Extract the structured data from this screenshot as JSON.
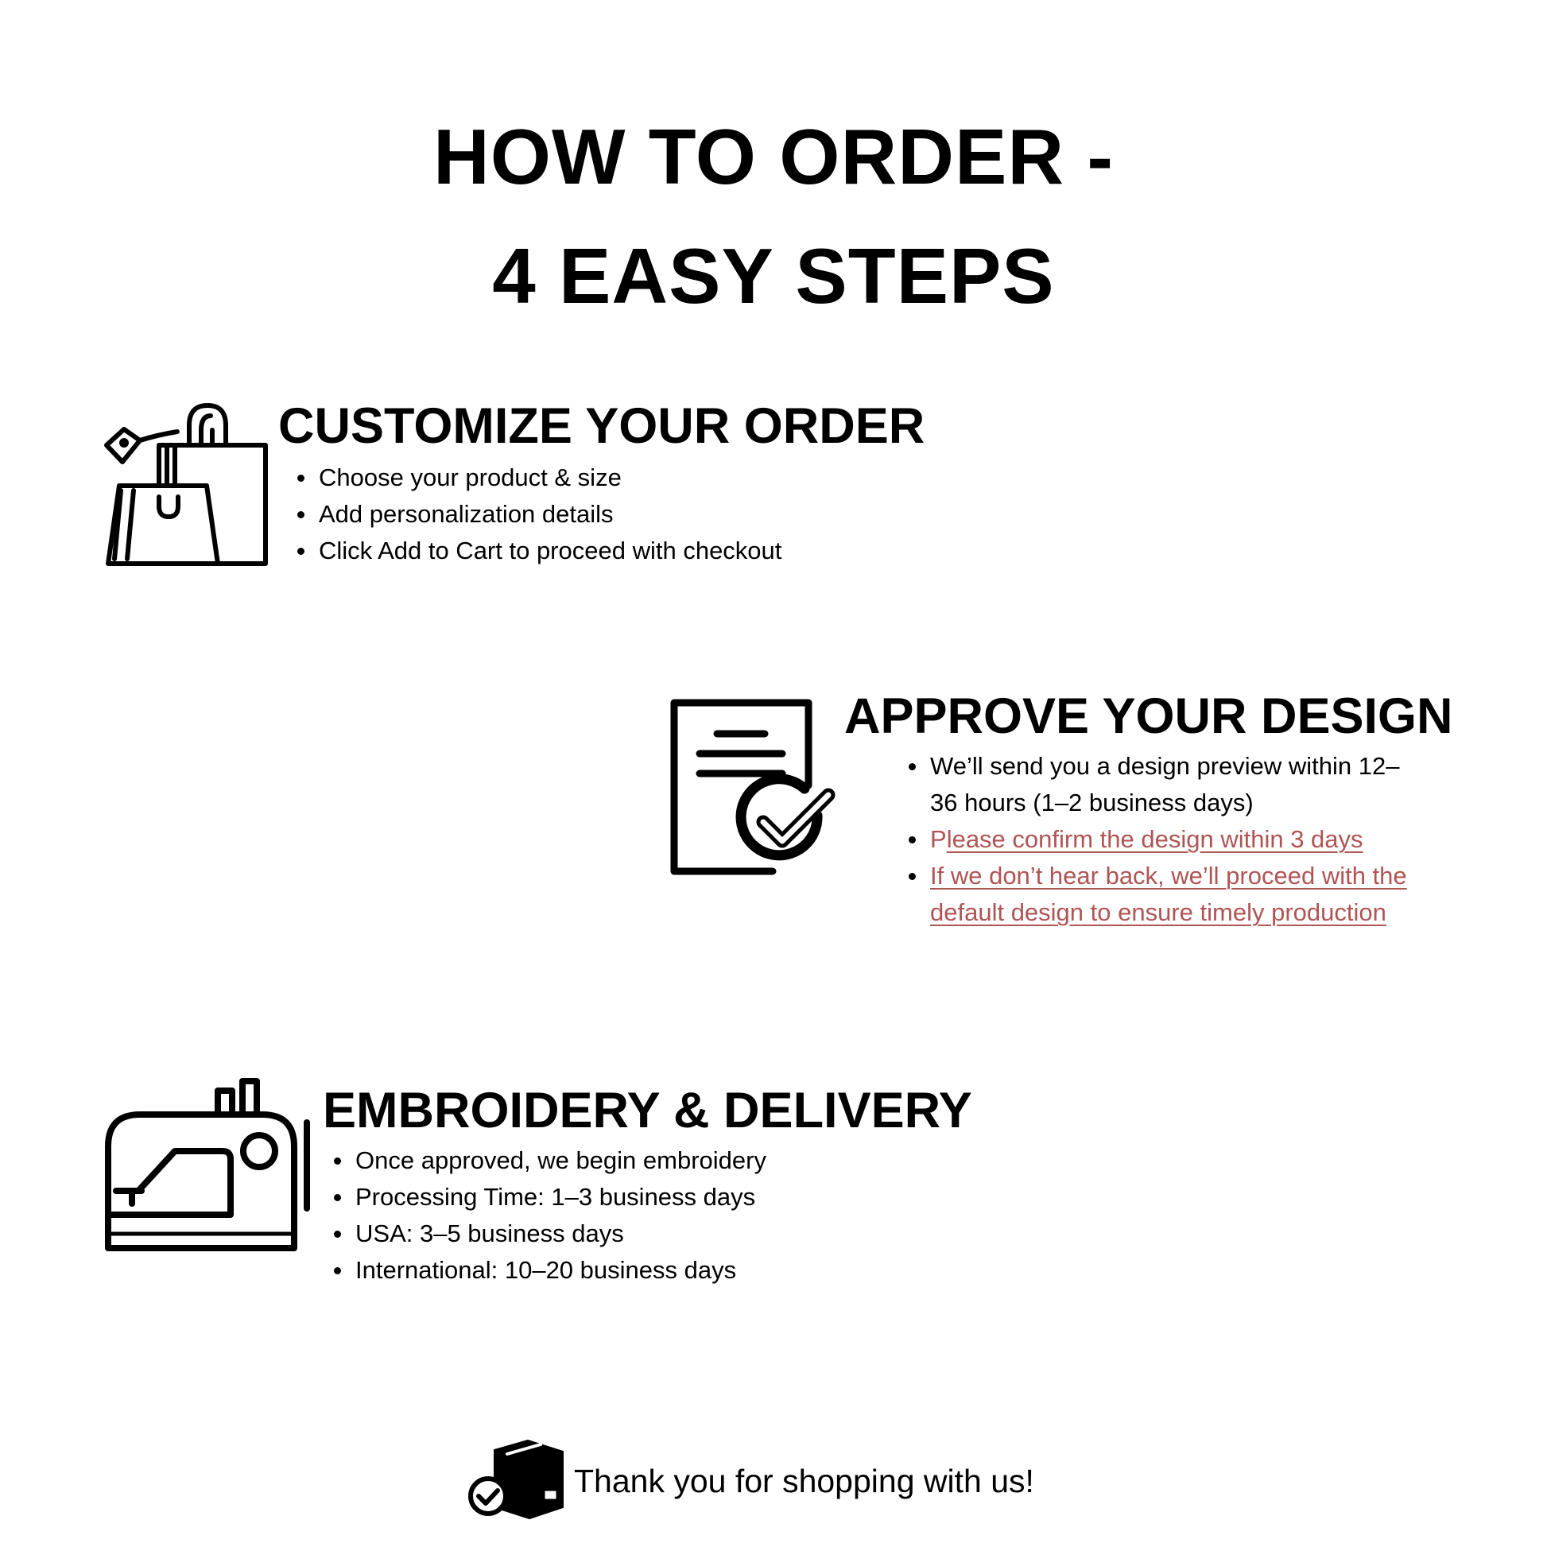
{
  "title": {
    "line1": "HOW TO ORDER -",
    "line2": "4 EASY STEPS"
  },
  "steps": [
    {
      "heading": "CUSTOMIZE YOUR ORDER",
      "icon": "shopping-bags-icon",
      "bullets": [
        "Choose your product & size",
        "Add personalization details",
        "Click Add to Cart to proceed with checkout"
      ]
    },
    {
      "heading": "APPROVE YOUR DESIGN",
      "icon": "document-check-icon",
      "bullets": [
        "We’ll send you a design preview within 12–36 hours (1–2 business days)",
        "Please confirm the design within 3 days",
        "If we don’t hear back, we’ll proceed with the default design to ensure timely production"
      ],
      "bullet2_lead": "P",
      "bullet2_rest": "lease confirm the design within 3 days",
      "alert_color": "#b05454"
    },
    {
      "heading": "EMBROIDERY & DELIVERY",
      "icon": "sewing-machine-icon",
      "bullets": [
        "Once approved, we begin embroidery",
        "Processing Time: 1–3 business days",
        "USA: 3–5 business days",
        "International: 10–20 business days"
      ]
    }
  ],
  "footer": {
    "icon": "package-check-icon",
    "text": "Thank you for shopping with us!"
  }
}
